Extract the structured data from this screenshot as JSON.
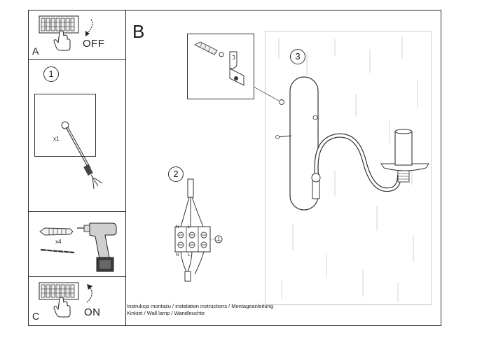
{
  "panels": {
    "a": {
      "letter": "A",
      "state": "OFF"
    },
    "b": {
      "letter": "B"
    },
    "c": {
      "letter": "C",
      "state": "ON"
    }
  },
  "steps": {
    "one": "1",
    "two": "2",
    "three": "3"
  },
  "step1": {
    "quantity": "x1"
  },
  "tools": {
    "quantity": "x4"
  },
  "wiring": {
    "terminal_top_left": "N",
    "terminal_top_mid": "L",
    "terminal_bottom_left": "N",
    "terminal_bottom_mid": "L"
  },
  "caption": {
    "line1": "Instrukcja montażu / instalation instructions / Montageanleitung",
    "line2": "Kinkiet / Wall lamp / Wandleuchte"
  }
}
